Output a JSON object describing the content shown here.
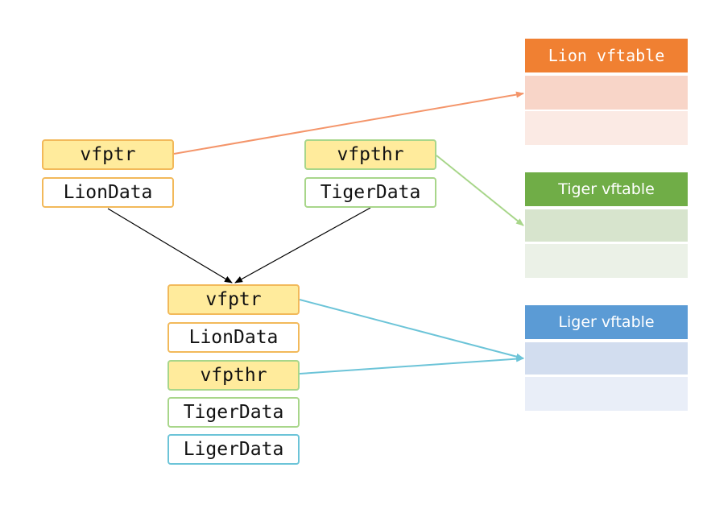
{
  "lion": {
    "ptr": "vfptr",
    "data": "LionData"
  },
  "tiger": {
    "ptr": "vfpthr",
    "data": "TigerData"
  },
  "liger": {
    "lion_ptr": "vfptr",
    "lion_data": "LionData",
    "tiger_ptr": "vfpthr",
    "tiger_data": "TigerData",
    "liger_data": "LigerData"
  },
  "vftables": {
    "lion": "Lion vftable",
    "tiger": "Tiger vftable",
    "liger": "Liger vftable"
  },
  "colors": {
    "lion_orange": "#f08032",
    "tiger_green": "#70ad47",
    "liger_blue": "#5b9bd5",
    "pointer_fill": "#ffeb9c",
    "liger_border": "#6cc4d8"
  }
}
